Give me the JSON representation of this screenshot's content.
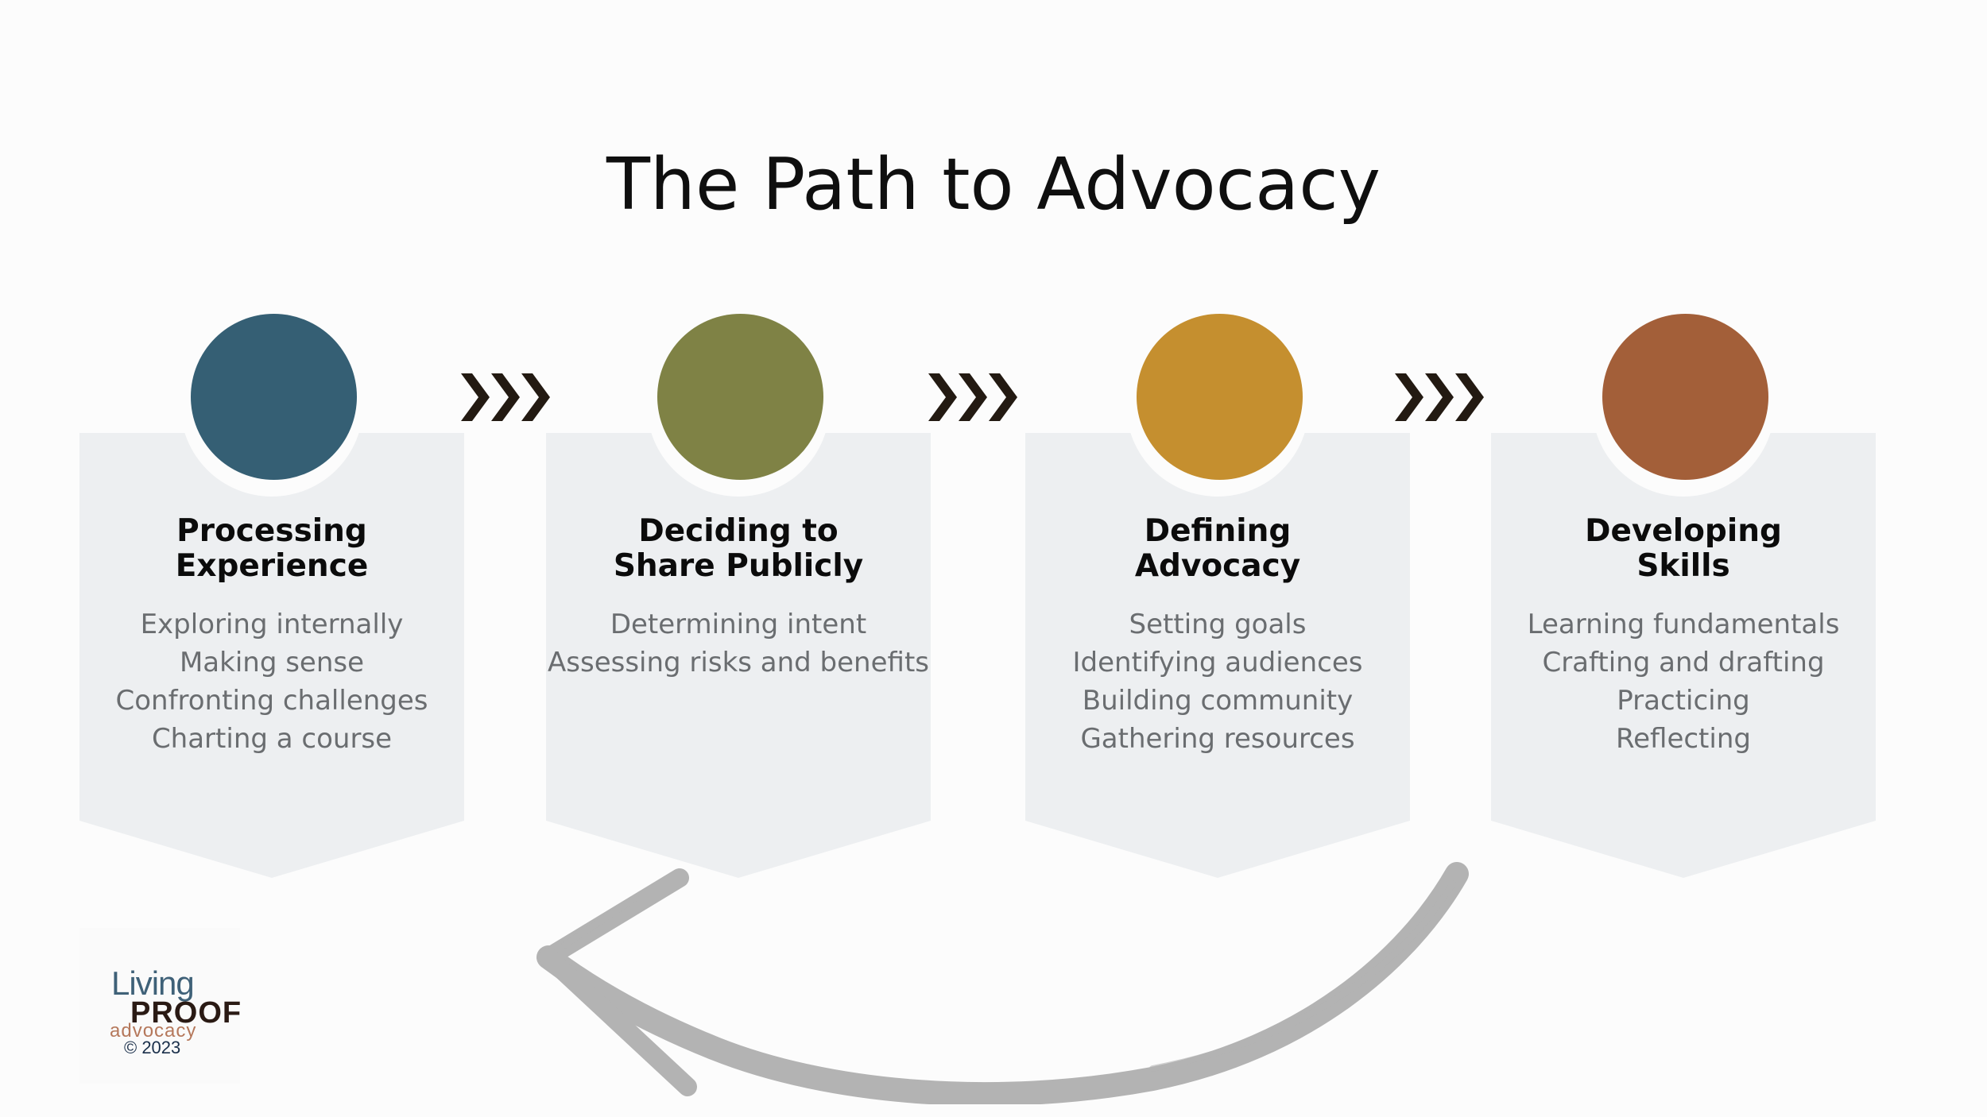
{
  "title": "The Path to Advocacy",
  "stages": [
    {
      "heading_lines": [
        "Processing",
        "Experience"
      ],
      "items": [
        "Exploring internally",
        "Making sense",
        "Confronting challenges",
        "Charting a course"
      ],
      "color": "#355f74"
    },
    {
      "heading_lines": [
        "Deciding to",
        "Share Publicly"
      ],
      "items": [
        "Determining intent",
        "Assessing risks and benefits"
      ],
      "color": "#7f8245"
    },
    {
      "heading_lines": [
        "Defining",
        "Advocacy"
      ],
      "items": [
        "Setting goals",
        "Identifying audiences",
        "Building community",
        "Gathering resources"
      ],
      "color": "#c58f2f"
    },
    {
      "heading_lines": [
        "Developing",
        "Skills"
      ],
      "items": [
        "Learning fundamentals",
        "Crafting and drafting",
        "Practicing",
        "Reflecting"
      ],
      "color": "#a35f39"
    }
  ],
  "colors": {
    "card": "#edeff1",
    "chevron": "#231a12",
    "return_arrow": "#b3b3b3"
  },
  "logo": {
    "living": "Living",
    "proof": "PROOF",
    "advocacy": "advocacy",
    "copyright": "© 2023"
  }
}
